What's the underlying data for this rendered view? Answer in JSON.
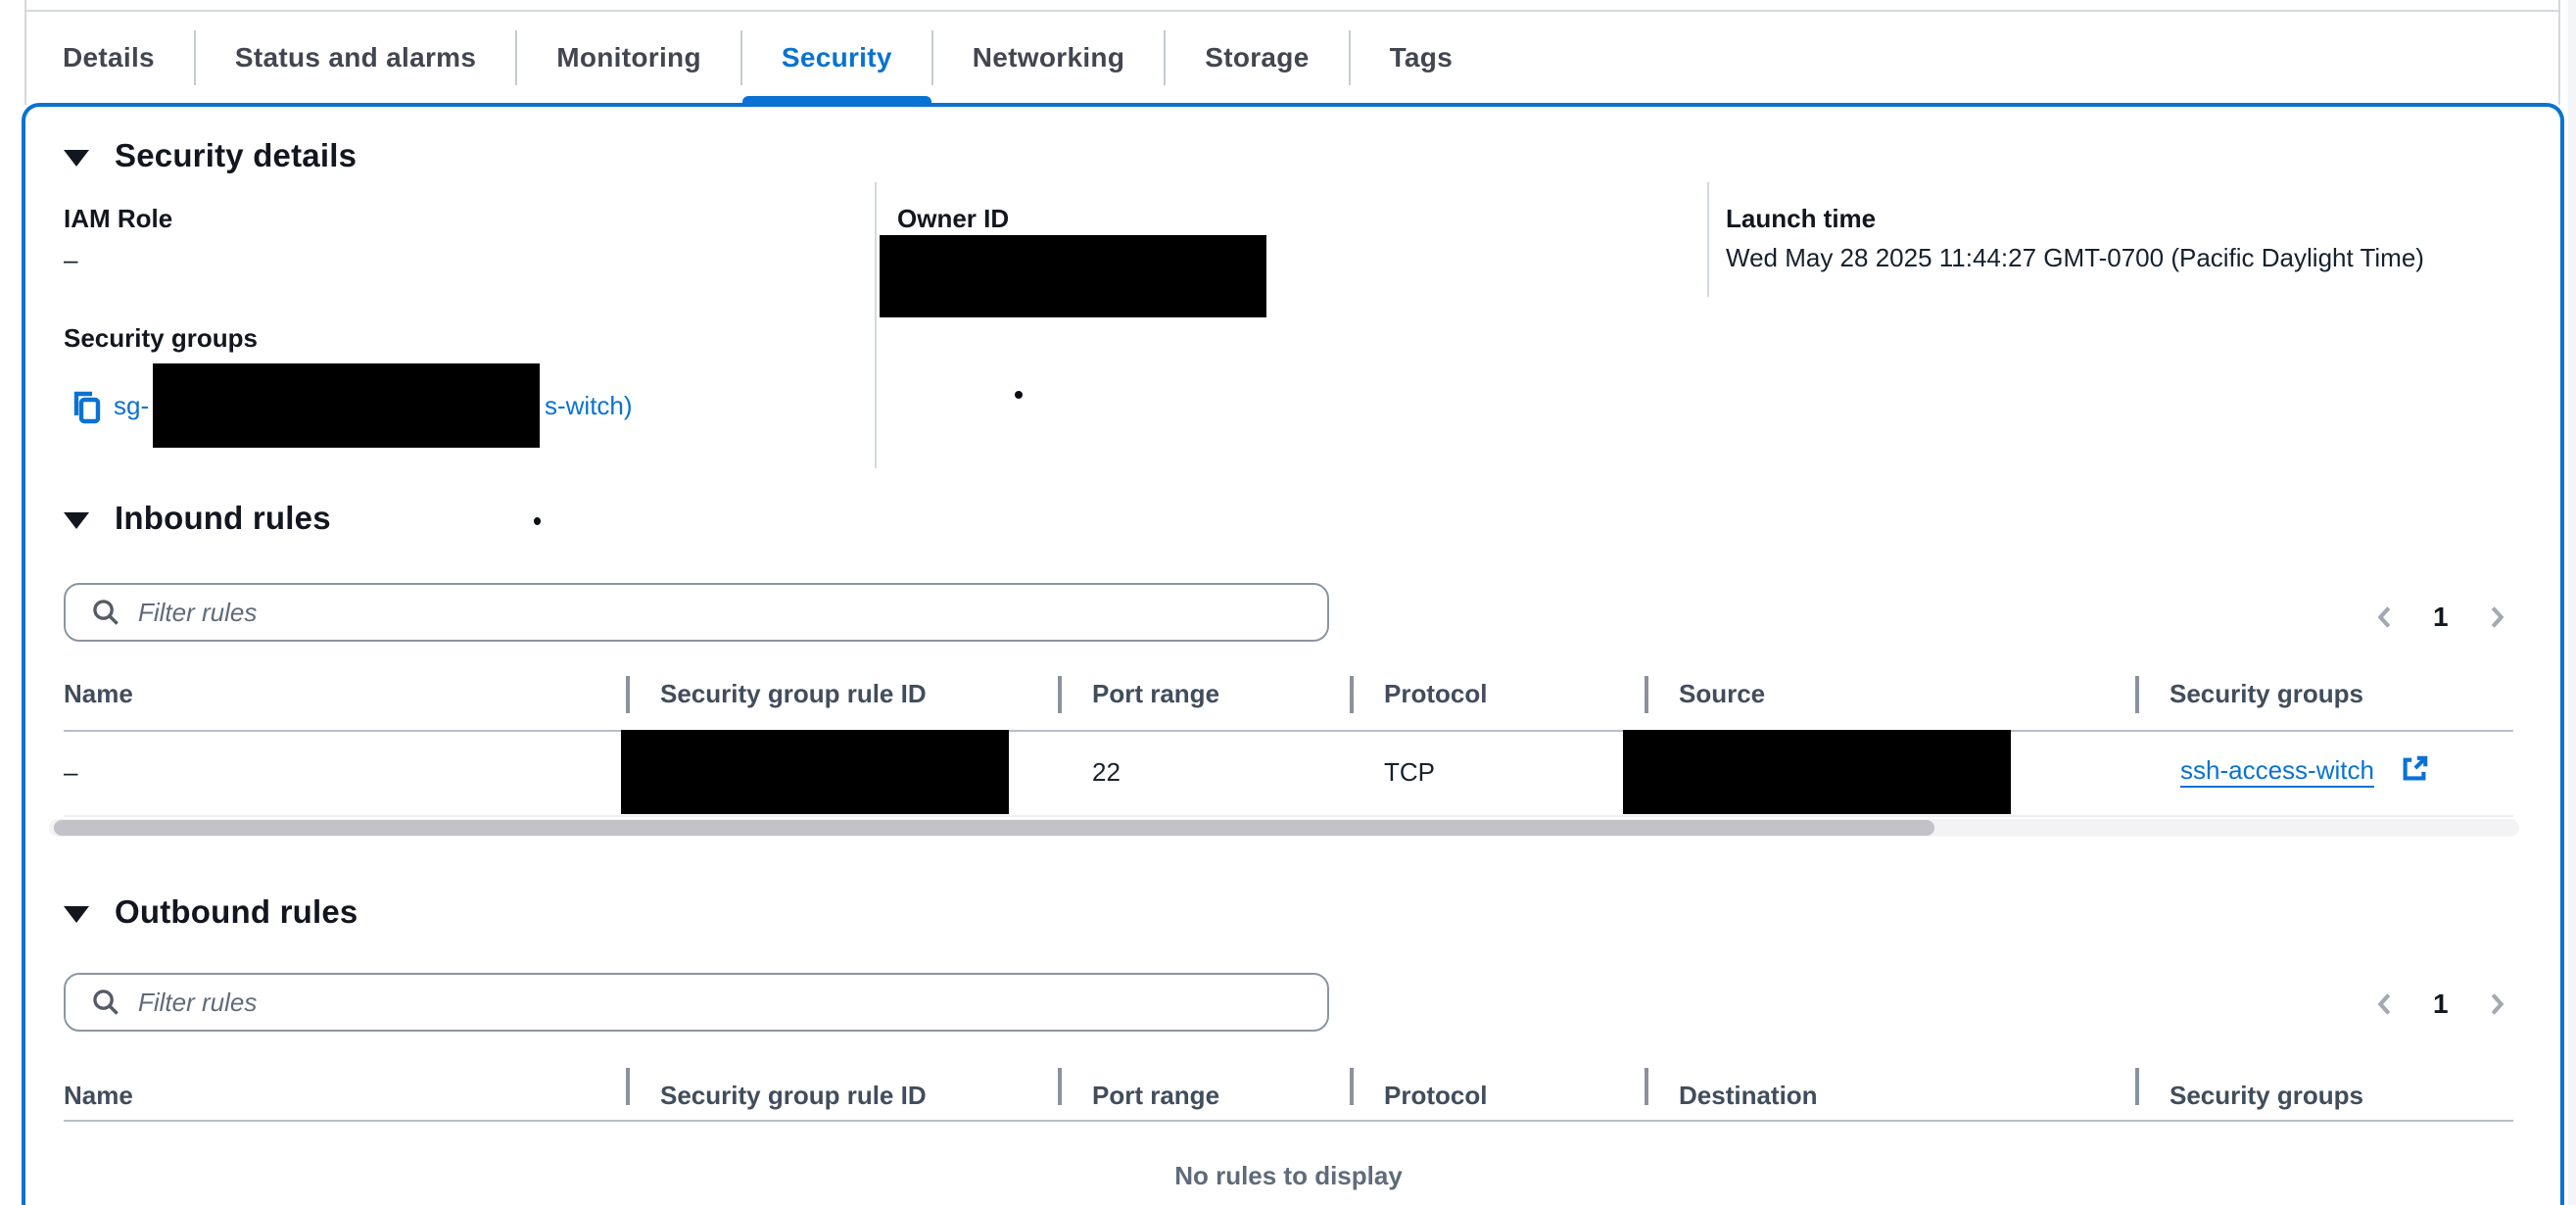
{
  "tabs": [
    {
      "label": "Details",
      "active": false
    },
    {
      "label": "Status and alarms",
      "active": false
    },
    {
      "label": "Monitoring",
      "active": false
    },
    {
      "label": "Security",
      "active": true
    },
    {
      "label": "Networking",
      "active": false
    },
    {
      "label": "Storage",
      "active": false
    },
    {
      "label": "Tags",
      "active": false
    }
  ],
  "security_details": {
    "title": "Security details",
    "iam_role_label": "IAM Role",
    "iam_role_value": "–",
    "security_groups_label": "Security groups",
    "sg_link_prefix": "sg-",
    "sg_link_suffix": "s-witch)",
    "owner_id_label": "Owner ID",
    "launch_time_label": "Launch time",
    "launch_time_value": "Wed May 28 2025 11:44:27 GMT-0700 (Pacific Daylight Time)"
  },
  "inbound": {
    "title": "Inbound rules",
    "filter_placeholder": "Filter rules",
    "page": "1",
    "columns": [
      "Name",
      "Security group rule ID",
      "Port range",
      "Protocol",
      "Source",
      "Security groups"
    ],
    "row": {
      "name": "–",
      "port_range": "22",
      "protocol": "TCP",
      "security_group_link": "ssh-access-witch"
    }
  },
  "outbound": {
    "title": "Outbound rules",
    "filter_placeholder": "Filter rules",
    "page": "1",
    "columns": [
      "Name",
      "Security group rule ID",
      "Port range",
      "Protocol",
      "Destination",
      "Security groups"
    ],
    "empty_text": "No rules to display"
  },
  "colors": {
    "accent": "#0972d3",
    "redaction": "#000000",
    "header_text": "#414d5c"
  }
}
